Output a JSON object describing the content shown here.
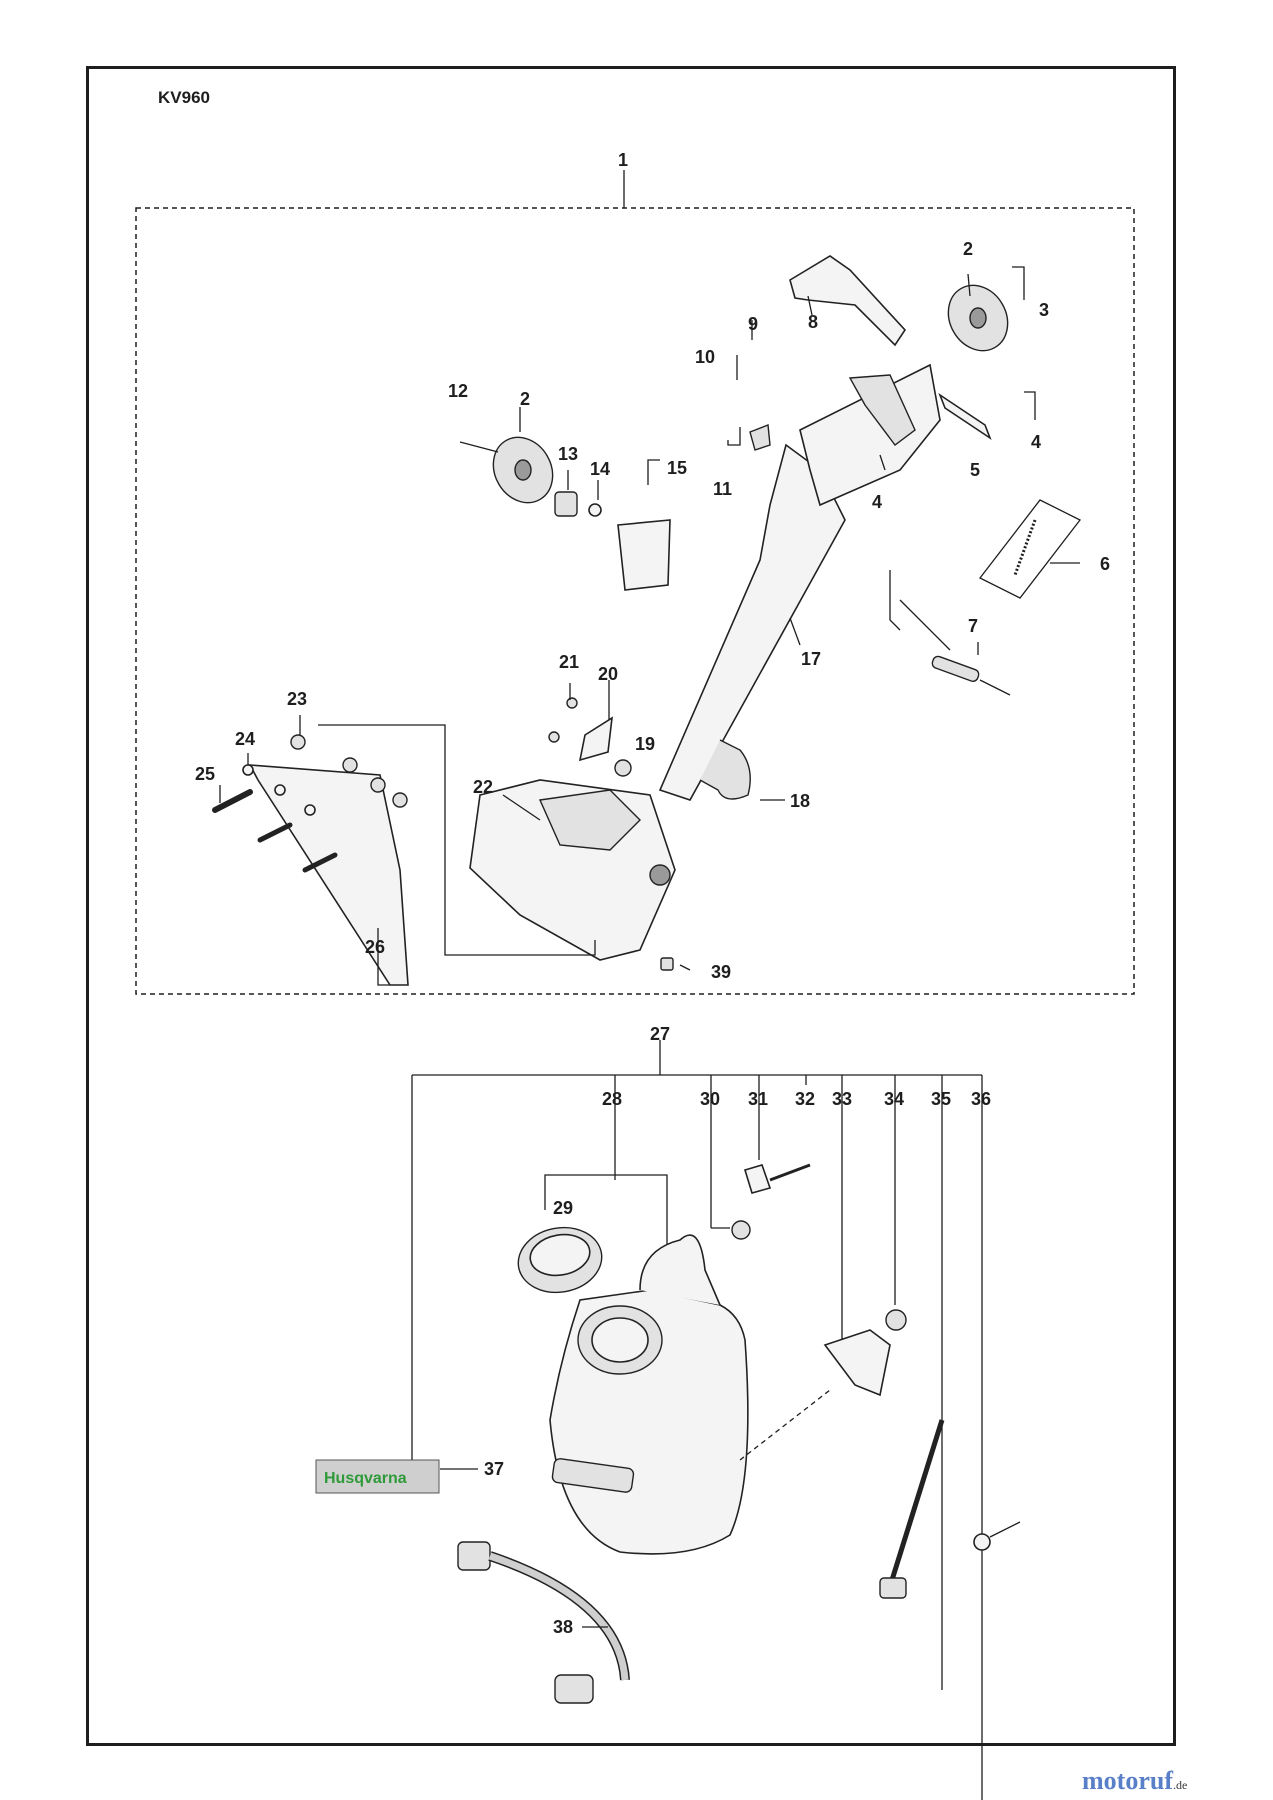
{
  "model": "KV960",
  "watermark": {
    "brand": "motoruf",
    "tld": ".de"
  },
  "logo": {
    "text": "Husqvarna",
    "color": "#2f9a3a"
  },
  "callouts": [
    {
      "id": "c1",
      "label": "1"
    },
    {
      "id": "c2a",
      "label": "2"
    },
    {
      "id": "c2b",
      "label": "2"
    },
    {
      "id": "c3",
      "label": "3"
    },
    {
      "id": "c4a",
      "label": "4"
    },
    {
      "id": "c4b",
      "label": "4"
    },
    {
      "id": "c5",
      "label": "5"
    },
    {
      "id": "c6",
      "label": "6"
    },
    {
      "id": "c7",
      "label": "7"
    },
    {
      "id": "c8",
      "label": "8"
    },
    {
      "id": "c9",
      "label": "9"
    },
    {
      "id": "c10",
      "label": "10"
    },
    {
      "id": "c11",
      "label": "11"
    },
    {
      "id": "c12",
      "label": "12"
    },
    {
      "id": "c13",
      "label": "13"
    },
    {
      "id": "c14",
      "label": "14"
    },
    {
      "id": "c15",
      "label": "15"
    },
    {
      "id": "c17",
      "label": "17"
    },
    {
      "id": "c18",
      "label": "18"
    },
    {
      "id": "c19",
      "label": "19"
    },
    {
      "id": "c20",
      "label": "20"
    },
    {
      "id": "c21",
      "label": "21"
    },
    {
      "id": "c22",
      "label": "22"
    },
    {
      "id": "c23",
      "label": "23"
    },
    {
      "id": "c24",
      "label": "24"
    },
    {
      "id": "c25",
      "label": "25"
    },
    {
      "id": "c26",
      "label": "26"
    },
    {
      "id": "c39",
      "label": "39"
    },
    {
      "id": "c27",
      "label": "27"
    },
    {
      "id": "c28",
      "label": "28"
    },
    {
      "id": "c29",
      "label": "29"
    },
    {
      "id": "c30",
      "label": "30"
    },
    {
      "id": "c31",
      "label": "31"
    },
    {
      "id": "c32",
      "label": "32"
    },
    {
      "id": "c33",
      "label": "33"
    },
    {
      "id": "c34",
      "label": "34"
    },
    {
      "id": "c35",
      "label": "35"
    },
    {
      "id": "c36",
      "label": "36"
    },
    {
      "id": "c37",
      "label": "37"
    },
    {
      "id": "c38",
      "label": "38"
    }
  ]
}
